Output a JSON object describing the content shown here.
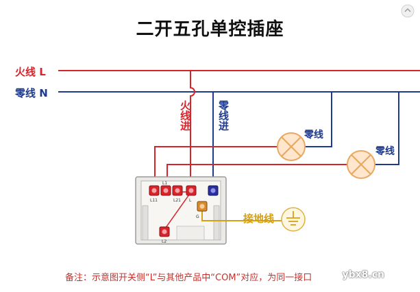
{
  "title": "二开五孔单控插座",
  "lines": {
    "live_label": "火线 L",
    "neutral_label": "零线 N"
  },
  "vertical_labels": {
    "live_in": "火线进",
    "neutral_in": "零线进"
  },
  "lamp_labels": {
    "lamp1_neutral": "零线",
    "lamp2_neutral": "零线"
  },
  "terminals": {
    "l11": "L11",
    "l1": "L1",
    "l21": "L21",
    "l": "L",
    "l2": "L2",
    "g": "G"
  },
  "ground_label": "接地线",
  "note": "备注：示意图开关侧“L”与其他产品中“COM”对应，为同一接口",
  "watermark": "ybx8.cn",
  "colors": {
    "live": "#d8232a",
    "neutral": "#1f3a8a",
    "ground": "#d4a017",
    "note": "#c6302b"
  }
}
